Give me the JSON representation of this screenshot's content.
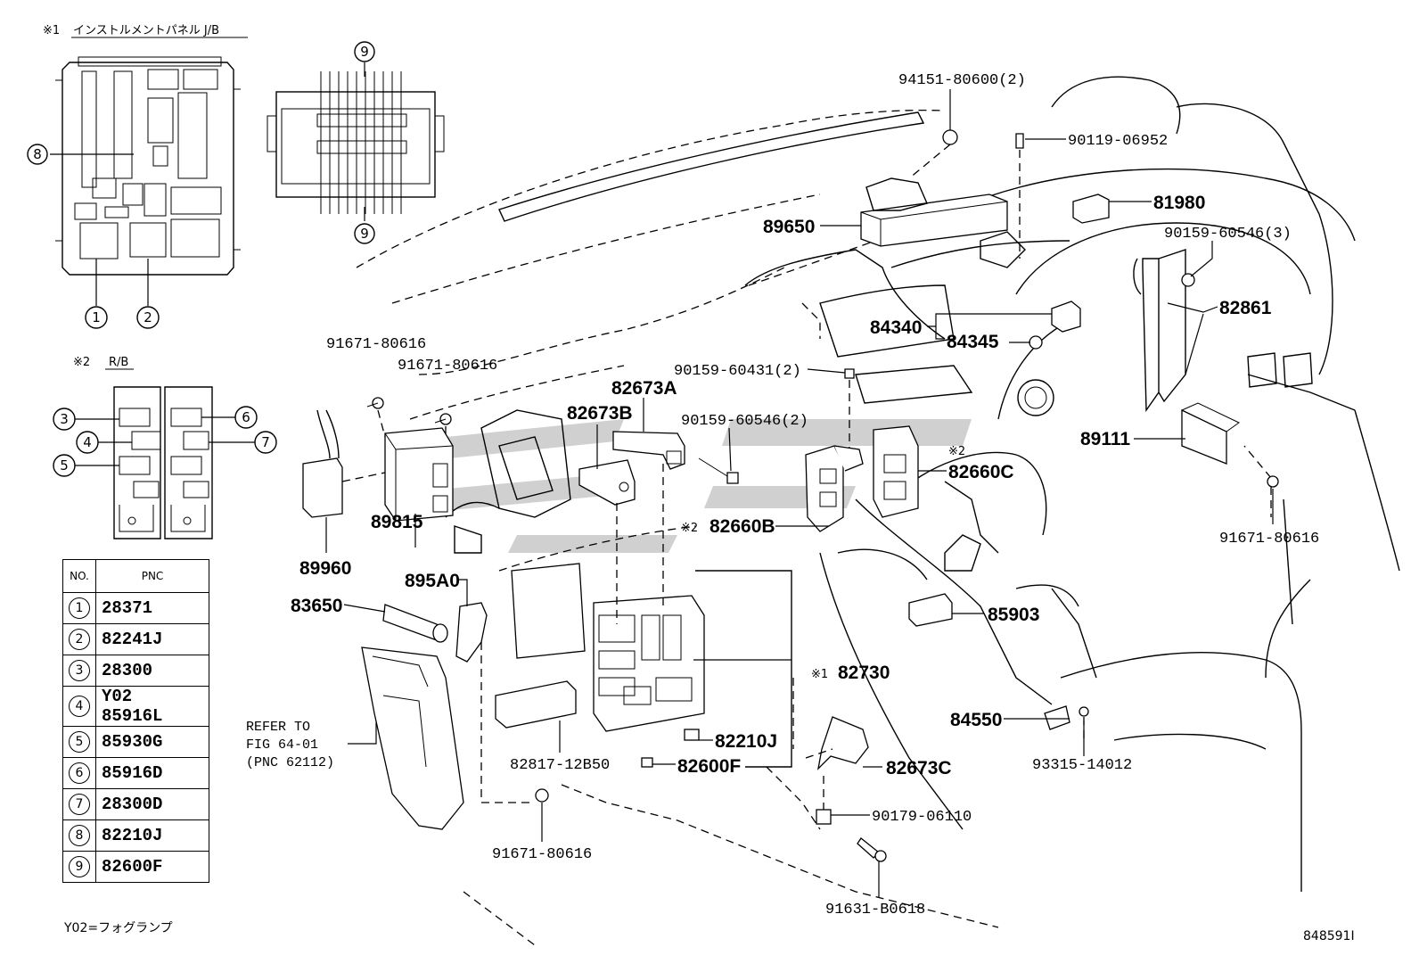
{
  "jb_title": {
    "mark": "※1",
    "text": "インストルメントパネル J/B"
  },
  "rb_title": {
    "mark": "※2",
    "text": "R/B"
  },
  "circle_numbers": [
    "1",
    "2",
    "3",
    "4",
    "5",
    "6",
    "7",
    "8",
    "9"
  ],
  "parts": {
    "p94151": "94151-80600(2)",
    "p90119": "90119-06952",
    "p89650": "89650",
    "p81980": "81980",
    "p90159_3": "90159-60546(3)",
    "p82861": "82861",
    "p84340": "84340",
    "p84345": "84345",
    "p90159_431": "90159-60431(2)",
    "p82673A": "82673A",
    "p82673B": "82673B",
    "p90159_2": "90159-60546(2)",
    "p91671_a": "91671-80616",
    "p91671_b": "91671-80616",
    "p89111": "89111",
    "p82660C": "82660C",
    "p82660B": "82660B",
    "p91671_c": "91671-80616",
    "p89815": "89815",
    "p89960": "89960",
    "p895A0": "895A0",
    "p83650": "83650",
    "p85903": "85903",
    "p82730": "82730",
    "p84550": "84550",
    "p82210J": "82210J",
    "p82600F": "82600F",
    "p82817": "82817-12B50",
    "p82673C": "82673C",
    "p93315": "93315-14012",
    "p90179": "90179-06110",
    "p91671_d": "91671-80616",
    "p91631": "91631-B0618"
  },
  "marks": {
    "x1": "※1",
    "x2a": "※2",
    "x2b": "※2"
  },
  "refer": {
    "line1": "REFER TO",
    "line2": "FIG 64-01",
    "line3": "(PNC 62112)"
  },
  "table": {
    "header_no": "NO.",
    "header_pnc": "PNC",
    "rows": [
      {
        "no": "1",
        "pnc": "28371"
      },
      {
        "no": "2",
        "pnc": "82241J"
      },
      {
        "no": "3",
        "pnc": "28300"
      },
      {
        "no": "4",
        "pnc": "Y02 85916L"
      },
      {
        "no": "5",
        "pnc": "85930G"
      },
      {
        "no": "6",
        "pnc": "85916D"
      },
      {
        "no": "7",
        "pnc": "28300D"
      },
      {
        "no": "8",
        "pnc": "82210J"
      },
      {
        "no": "9",
        "pnc": "82600F"
      }
    ]
  },
  "footnote": "Y02=フォグランプ",
  "diagram_id": "848591I"
}
